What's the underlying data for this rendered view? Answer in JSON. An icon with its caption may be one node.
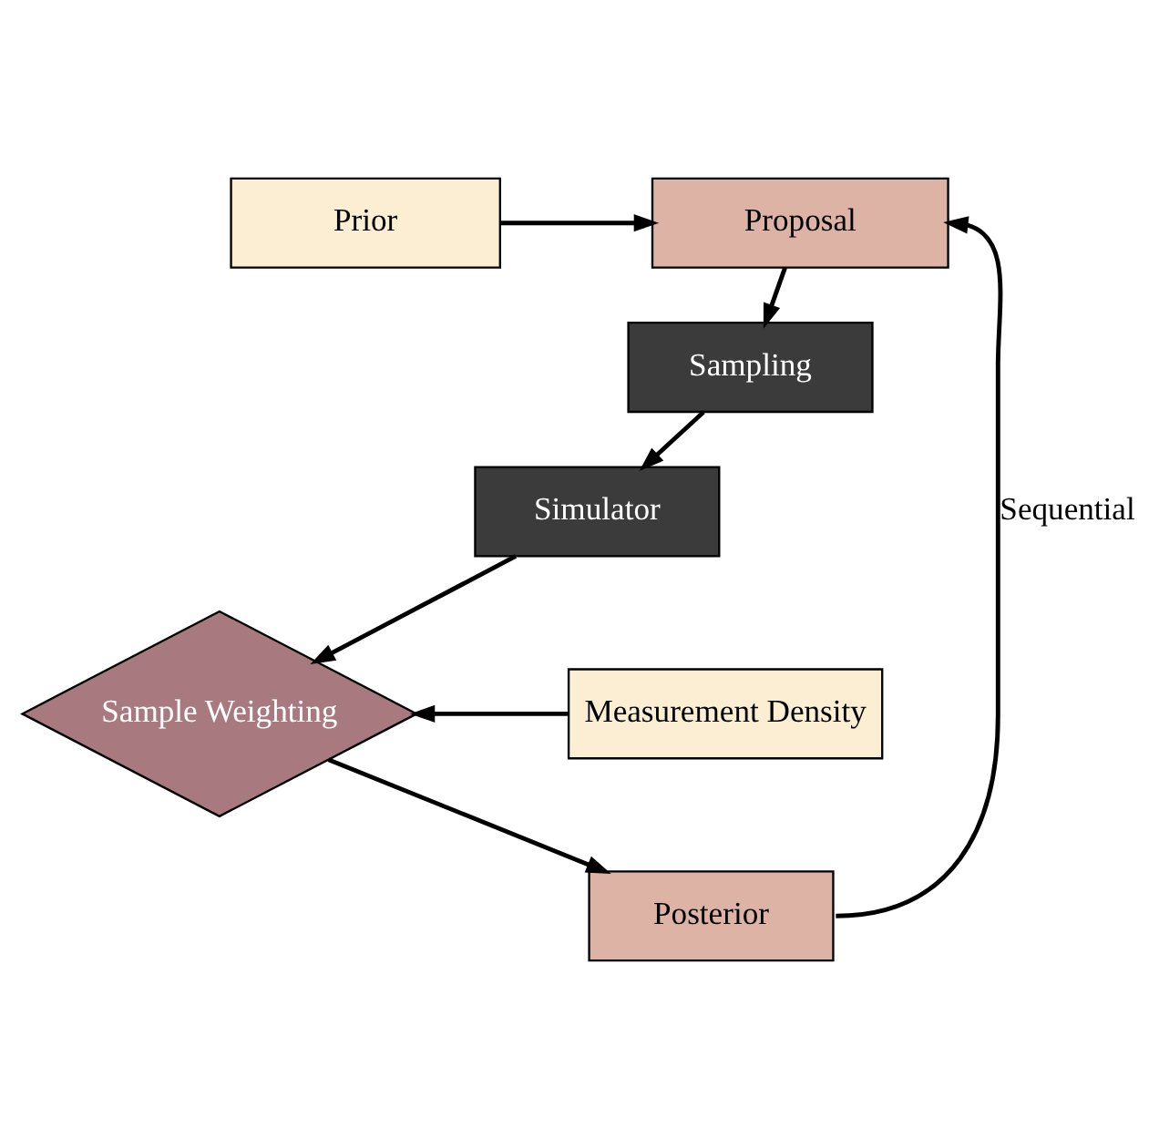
{
  "diagram": {
    "nodes": [
      {
        "text": [
          "Prior"
        ]
      },
      {
        "text": [
          "Proposal"
        ]
      },
      {
        "text": [
          "Sampling"
        ]
      },
      {
        "text": [
          "Simulator"
        ]
      },
      {
        "text": [
          "Measurement Density"
        ]
      },
      {
        "text": [
          "Sample Weighting"
        ]
      },
      {
        "text": [
          "Posterior"
        ]
      }
    ],
    "edges": [
      {
        "from": 0,
        "to": 1,
        "arrow": "to"
      },
      {
        "from": 1,
        "to": 2,
        "arrow": "to"
      },
      {
        "from": 2,
        "to": 3,
        "arrow": "to"
      },
      {
        "from": 3,
        "to": 5,
        "arrow": "to"
      },
      {
        "from": 4,
        "to": 5,
        "arrow": "to"
      },
      {
        "from": 5,
        "to": 6,
        "arrow": "to"
      },
      {
        "from": 6,
        "to": 1,
        "arrow": "to",
        "label": "Sequential"
      }
    ]
  }
}
